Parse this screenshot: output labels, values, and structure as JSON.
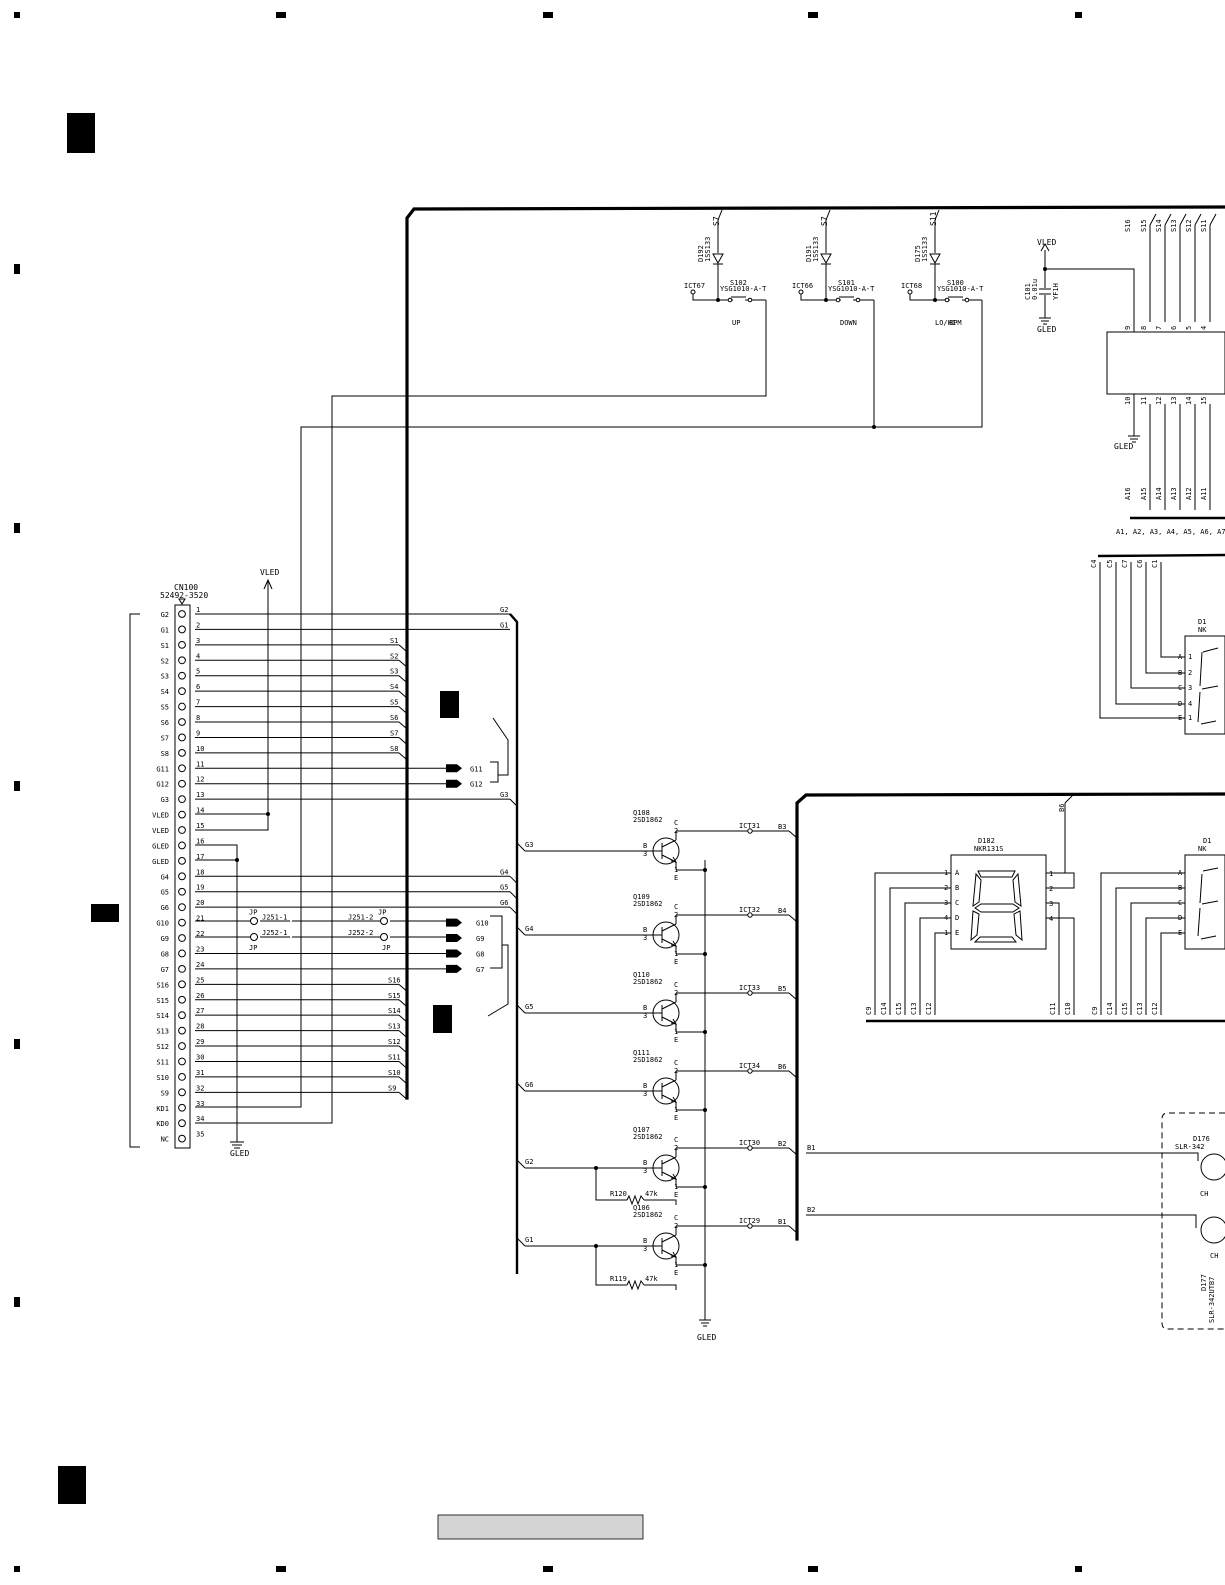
{
  "connector": {
    "ref": "CN100",
    "part": "52492-3520",
    "pins": [
      "1",
      "2",
      "3",
      "4",
      "5",
      "6",
      "7",
      "8",
      "9",
      "10",
      "11",
      "12",
      "13",
      "14",
      "15",
      "16",
      "17",
      "18",
      "19",
      "20",
      "21",
      "22",
      "23",
      "24",
      "25",
      "26",
      "27",
      "28",
      "29",
      "30",
      "31",
      "32",
      "33",
      "34",
      "35"
    ],
    "signals": [
      "G2",
      "G1",
      "S1",
      "S2",
      "S3",
      "S4",
      "S5",
      "S6",
      "S7",
      "S8",
      "G11",
      "G12",
      "G3",
      "VLED",
      "VLED",
      "GLED",
      "GLED",
      "G4",
      "G5",
      "G6",
      "G10",
      "G9",
      "G8",
      "G7",
      "S16",
      "S15",
      "S14",
      "S13",
      "S12",
      "S11",
      "S10",
      "S9",
      "KD1",
      "KD0",
      "NC"
    ]
  },
  "bus_labels": {
    "g_top": [
      "G2",
      "G1"
    ],
    "s_left": [
      "S1",
      "S2",
      "S3",
      "S4",
      "S5",
      "S6",
      "S7",
      "S8"
    ],
    "g_mid": [
      "G3",
      "G4",
      "G5",
      "G6"
    ],
    "s_lower": [
      "S16",
      "S15",
      "S14",
      "S13",
      "S12",
      "S11",
      "S10",
      "S9"
    ],
    "arrows_top": [
      "G11",
      "G12"
    ],
    "arrows_low": [
      "G10",
      "G9",
      "G8",
      "G7"
    ]
  },
  "power": {
    "vled": "VLED",
    "gled": "GLED"
  },
  "jumpers": {
    "j1a": "J251-1",
    "j1b": "J251-2",
    "j2a": "J252-1",
    "j2b": "J252-2",
    "jp": "JP"
  },
  "switches": [
    {
      "diode": "D192",
      "diode_part": "1SS133",
      "net": "S7",
      "test": "ICT67",
      "ref": "S102",
      "part": "YSG1010-A-T",
      "label": "UP"
    },
    {
      "diode": "D191",
      "diode_part": "1SS133",
      "net": "S7",
      "test": "ICT66",
      "ref": "S101",
      "part": "YSG1010-A-T",
      "label": "DOWN"
    },
    {
      "diode": "D175",
      "diode_part": "1SS133",
      "net": "S11",
      "test": "ICT68",
      "ref": "S100",
      "part": "YSG1010-A-T",
      "label": "BPM",
      "label2": "LO/HI"
    }
  ],
  "capacitor": {
    "ref": "C101",
    "value": "0.01u",
    "rating": "YF1H"
  },
  "ic": {
    "top_nets": [
      "S16",
      "S15",
      "S14",
      "S13",
      "S12",
      "S11"
    ],
    "top_pins": [
      "9",
      "8",
      "7",
      "6",
      "5",
      "4"
    ],
    "bottom_pins": [
      "10",
      "11",
      "12",
      "13",
      "14",
      "15"
    ],
    "bottom_nets": [
      "A16",
      "A15",
      "A14",
      "A13",
      "A12",
      "A11"
    ],
    "addr_row": "A1, A2, A3, A4, A5, A6, A7"
  },
  "display_upper": {
    "nets": [
      "C4",
      "C5",
      "C7",
      "C6",
      "C1"
    ],
    "part_fragment": "D1",
    "part_fragment2": "NK"
  },
  "transistors": [
    {
      "ref": "Q108",
      "part": "2SD1862",
      "base_net": "G3",
      "test": "ICT31",
      "out": "B3"
    },
    {
      "ref": "Q109",
      "part": "2SD1862",
      "base_net": "G4",
      "test": "ICT32",
      "out": "B4"
    },
    {
      "ref": "Q110",
      "part": "2SD1862",
      "base_net": "G5",
      "test": "ICT33",
      "out": "B5"
    },
    {
      "ref": "Q111",
      "part": "2SD1862",
      "base_net": "G6",
      "test": "ICT34",
      "out": "B6"
    },
    {
      "ref": "Q107",
      "part": "2SD1862",
      "base_net": "G2",
      "test": "ICT30",
      "out": "B2",
      "res": "R120",
      "res_val": "47k"
    },
    {
      "ref": "Q106",
      "part": "2SD1862",
      "base_net": "G1",
      "test": "ICT29",
      "out": "B1",
      "res": "R119",
      "res_val": "47k"
    }
  ],
  "pin_letters": {
    "b": "B",
    "c": "C",
    "e": "E",
    "p1": "1",
    "p2": "2",
    "p3": "3"
  },
  "display_lower": {
    "ref": "D182",
    "part": "NKR131S",
    "top_net": "B6",
    "bottom_left": [
      "C9",
      "C14",
      "C15",
      "C13",
      "C12"
    ],
    "bottom_mid": [
      "C11",
      "C10"
    ],
    "bottom_right": [
      "C9",
      "C14",
      "C15",
      "C13",
      "C12"
    ],
    "right_fragment": "D1",
    "right_fragment2": "NK"
  },
  "leds": {
    "ref1": "D176",
    "part1": "SLR-342",
    "ref2": "D177",
    "part2": "SLR-342UTB7",
    "net1": "B1",
    "net2": "B2",
    "frag": "CH"
  },
  "segment_letters": [
    "A",
    "B",
    "C",
    "D",
    "E"
  ],
  "grid_marks": [
    "1",
    "2",
    "3",
    "4"
  ]
}
